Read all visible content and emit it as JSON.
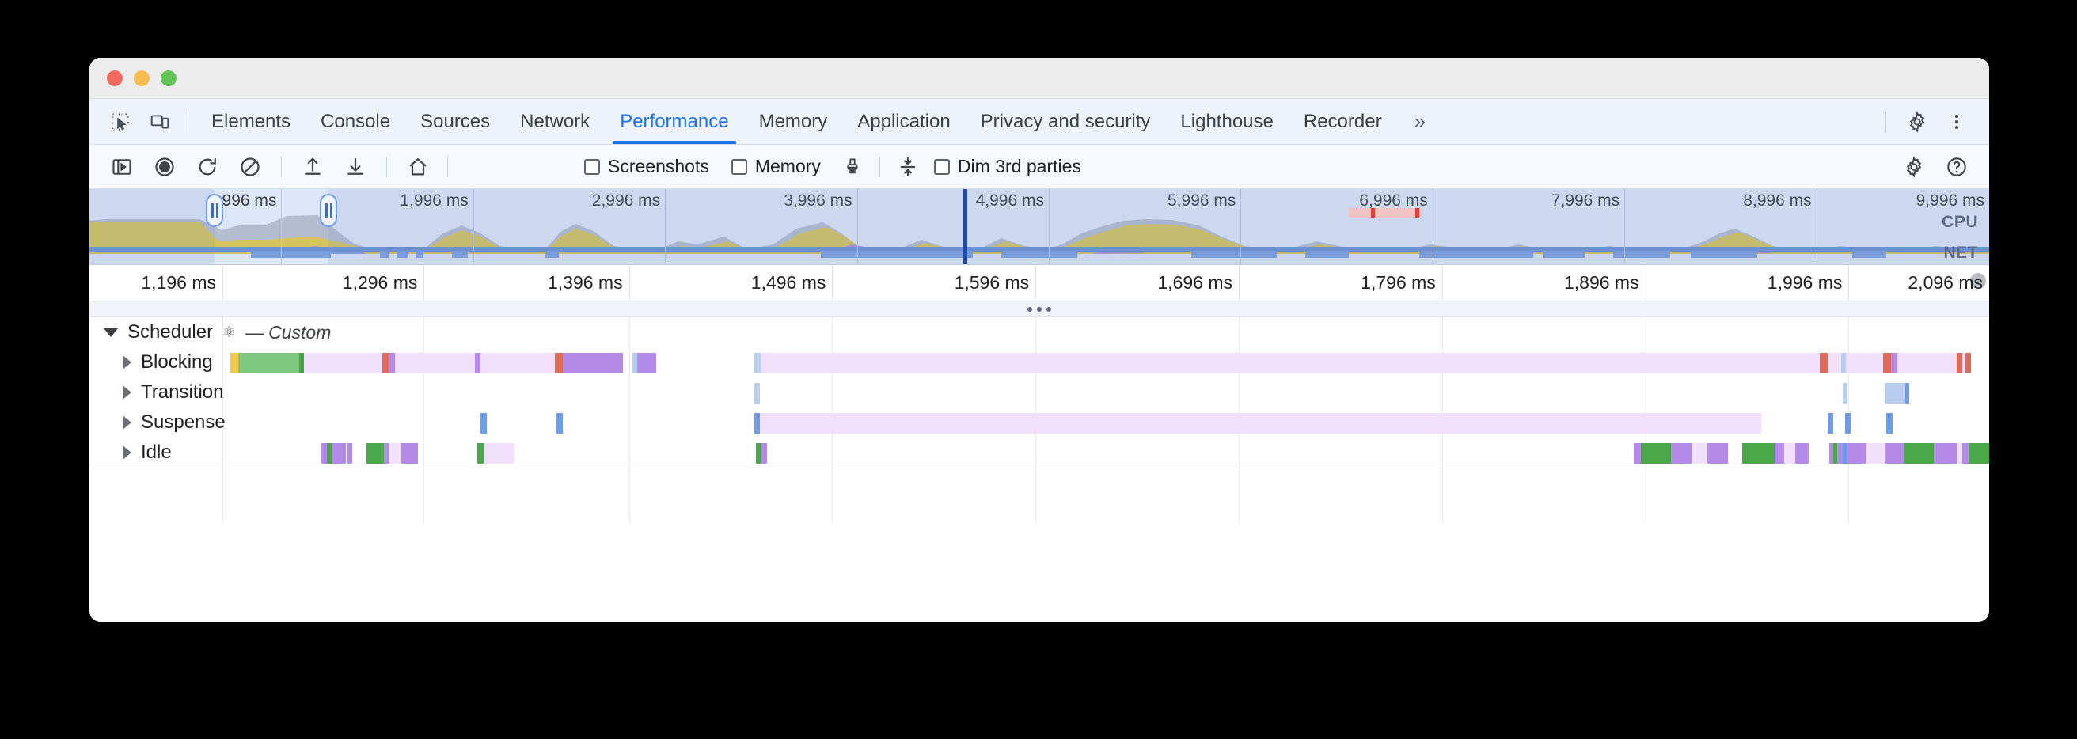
{
  "window": {
    "traffic_lights": [
      "close",
      "minimize",
      "zoom"
    ]
  },
  "tabbar": {
    "icons": [
      "inspect-element-icon",
      "device-toolbar-icon"
    ],
    "tabs": [
      {
        "label": "Elements",
        "active": false
      },
      {
        "label": "Console",
        "active": false
      },
      {
        "label": "Sources",
        "active": false
      },
      {
        "label": "Network",
        "active": false
      },
      {
        "label": "Performance",
        "active": true
      },
      {
        "label": "Memory",
        "active": false
      },
      {
        "label": "Application",
        "active": false
      },
      {
        "label": "Privacy and security",
        "active": false
      },
      {
        "label": "Lighthouse",
        "active": false
      },
      {
        "label": "Recorder",
        "active": false
      }
    ],
    "more_label": "»",
    "right_icons": [
      "settings-gear-icon",
      "more-options-icon"
    ]
  },
  "perfbar": {
    "icons": [
      "sidebar-toggle-icon",
      "record-icon",
      "reload-and-record-icon",
      "clear-icon",
      "load-profile-icon",
      "save-profile-icon",
      "home-icon"
    ],
    "checkboxes": [
      {
        "label": "Screenshots",
        "checked": false
      },
      {
        "label": "Memory",
        "checked": false
      },
      {
        "label": "Dim 3rd parties",
        "checked": false
      }
    ],
    "garbage_collect_icon": "garbage-collect-brush-icon",
    "collapse_icon": "collapse-tracks-icon",
    "right_icons": [
      "capture-settings-gear-icon",
      "help-icon"
    ]
  },
  "overview": {
    "ticks": [
      {
        "label": "996 ms",
        "pct": 10.1
      },
      {
        "label": "1,996 ms",
        "pct": 20.2
      },
      {
        "label": "2,996 ms",
        "pct": 30.3
      },
      {
        "label": "3,996 ms",
        "pct": 40.4
      },
      {
        "label": "4,996 ms",
        "pct": 50.5
      },
      {
        "label": "5,996 ms",
        "pct": 60.6
      },
      {
        "label": "6,996 ms",
        "pct": 70.7
      },
      {
        "label": "7,996 ms",
        "pct": 80.8
      },
      {
        "label": "8,996 ms",
        "pct": 90.9
      },
      {
        "label": "9,996 ms",
        "pct": 100.0
      }
    ],
    "cpu_label": "CPU",
    "net_label": "NET",
    "selection": {
      "start_pct": 6.6,
      "end_pct": 12.6
    },
    "marker_pct": 46.0,
    "colors": {
      "cpu_scripting": "#d6c45e",
      "cpu_system": "#b4bdd0",
      "cpu_painting": "#b58ddd",
      "cpu_loading": "#7f9fe0",
      "net": "#7c9fdc",
      "long_task": "#e33e3e",
      "selection_marker": "#1a49c4"
    }
  },
  "mainruler": {
    "ticks": [
      {
        "label": "1,196 ms",
        "pct": 7.0
      },
      {
        "label": "1,296 ms",
        "pct": 17.6
      },
      {
        "label": "1,396 ms",
        "pct": 28.4
      },
      {
        "label": "1,496 ms",
        "pct": 39.1
      },
      {
        "label": "1,596 ms",
        "pct": 49.8
      },
      {
        "label": "1,696 ms",
        "pct": 60.5
      },
      {
        "label": "1,796 ms",
        "pct": 71.2
      },
      {
        "label": "1,896 ms",
        "pct": 81.9
      },
      {
        "label": "1,996 ms",
        "pct": 92.6
      },
      {
        "label": "2,096 ms",
        "pct": 100.0
      }
    ],
    "overflow_label": "2"
  },
  "divider": {
    "handle": "⋯"
  },
  "flame": {
    "group": {
      "name": "Scheduler",
      "icon": "react-atom-icon",
      "dash": "—",
      "source": "Custom",
      "expanded": true
    },
    "tracks": [
      {
        "name": "Blocking",
        "expanded": false
      },
      {
        "name": "Transition",
        "expanded": false
      },
      {
        "name": "Suspense",
        "expanded": false
      },
      {
        "name": "Idle",
        "expanded": false
      }
    ],
    "colors": {
      "green": "#7fc97f",
      "green_dark": "#4aa84a",
      "purple": "#b48be8",
      "lavender": "#f0e0fb",
      "blue": "#6d9ced",
      "blue_light": "#b9ceef",
      "red": "#e06a5a",
      "yellow": "#f4c84a"
    },
    "grid_pcts": [
      7.0,
      17.6,
      28.4,
      39.1,
      49.8,
      60.5,
      71.2,
      81.9,
      92.6
    ],
    "events": {
      "Blocking": [
        {
          "l": 7.4,
          "w": 0.45,
          "c": "yellow"
        },
        {
          "l": 7.85,
          "w": 3.2,
          "c": "green"
        },
        {
          "l": 11.05,
          "w": 0.25,
          "c": "green_dark"
        },
        {
          "l": 11.3,
          "w": 4.1,
          "c": "lavender"
        },
        {
          "l": 15.4,
          "w": 0.4,
          "c": "red"
        },
        {
          "l": 15.8,
          "w": 0.3,
          "c": "purple"
        },
        {
          "l": 16.1,
          "w": 4.2,
          "c": "lavender"
        },
        {
          "l": 20.3,
          "w": 0.3,
          "c": "purple"
        },
        {
          "l": 20.6,
          "w": 3.9,
          "c": "lavender"
        },
        {
          "l": 24.5,
          "w": 0.4,
          "c": "red"
        },
        {
          "l": 24.9,
          "w": 0.3,
          "c": "purple"
        },
        {
          "l": 25.2,
          "w": 2.9,
          "c": "purple"
        },
        {
          "l": 28.6,
          "w": 0.25,
          "c": "blue_light"
        },
        {
          "l": 28.85,
          "w": 1.0,
          "c": "purple"
        },
        {
          "l": 35.0,
          "w": 0.35,
          "c": "blue_light"
        },
        {
          "l": 35.35,
          "w": 63.4,
          "c": "lavender"
        },
        {
          "l": 91.1,
          "w": 0.4,
          "c": "red"
        },
        {
          "l": 92.2,
          "w": 0.25,
          "c": "blue_light"
        },
        {
          "l": 92.45,
          "w": 4.0,
          "c": "lavender"
        },
        {
          "l": 94.4,
          "w": 0.45,
          "c": "red"
        },
        {
          "l": 94.85,
          "w": 0.3,
          "c": "purple"
        },
        {
          "l": 95.15,
          "w": 3.35,
          "c": "lavender"
        },
        {
          "l": 98.3,
          "w": 0.3,
          "c": "red"
        },
        {
          "l": 98.75,
          "w": 0.3,
          "c": "red"
        },
        {
          "l": 100.6,
          "w": 0.25,
          "c": "blue_light"
        }
      ],
      "Transition": [
        {
          "l": 35.0,
          "w": 0.28,
          "c": "blue_light"
        },
        {
          "l": 92.3,
          "w": 0.25,
          "c": "blue_light"
        },
        {
          "l": 94.5,
          "w": 1.1,
          "c": "blue_light"
        },
        {
          "l": 95.6,
          "w": 0.18,
          "c": "blue"
        }
      ],
      "Suspense": [
        {
          "l": 20.6,
          "w": 0.3,
          "c": "blue"
        },
        {
          "l": 24.6,
          "w": 0.3,
          "c": "blue"
        },
        {
          "l": 35.0,
          "w": 0.3,
          "c": "blue"
        },
        {
          "l": 35.3,
          "w": 52.7,
          "c": "lavender"
        },
        {
          "l": 91.5,
          "w": 0.3,
          "c": "blue"
        },
        {
          "l": 92.4,
          "w": 0.3,
          "c": "blue"
        },
        {
          "l": 94.6,
          "w": 0.3,
          "c": "blue"
        }
      ],
      "Idle": [
        {
          "l": 12.2,
          "w": 0.3,
          "c": "purple"
        },
        {
          "l": 12.5,
          "w": 0.3,
          "c": "green_dark"
        },
        {
          "l": 12.8,
          "w": 0.7,
          "c": "purple"
        },
        {
          "l": 13.6,
          "w": 0.25,
          "c": "purple"
        },
        {
          "l": 14.6,
          "w": 0.9,
          "c": "green_dark"
        },
        {
          "l": 15.5,
          "w": 0.3,
          "c": "purple"
        },
        {
          "l": 15.8,
          "w": 0.6,
          "c": "lavender"
        },
        {
          "l": 16.4,
          "w": 0.9,
          "c": "purple"
        },
        {
          "l": 20.4,
          "w": 0.35,
          "c": "green_dark"
        },
        {
          "l": 20.75,
          "w": 1.6,
          "c": "lavender"
        },
        {
          "l": 35.1,
          "w": 0.25,
          "c": "green_dark"
        },
        {
          "l": 35.35,
          "w": 0.3,
          "c": "purple"
        },
        {
          "l": 81.3,
          "w": 0.35,
          "c": "purple"
        },
        {
          "l": 81.65,
          "w": 1.6,
          "c": "green_dark"
        },
        {
          "l": 83.25,
          "w": 1.1,
          "c": "purple"
        },
        {
          "l": 84.35,
          "w": 0.8,
          "c": "lavender"
        },
        {
          "l": 85.15,
          "w": 1.1,
          "c": "purple"
        },
        {
          "l": 87.0,
          "w": 1.7,
          "c": "green_dark"
        },
        {
          "l": 88.7,
          "w": 0.5,
          "c": "purple"
        },
        {
          "l": 89.2,
          "w": 0.6,
          "c": "lavender"
        },
        {
          "l": 89.8,
          "w": 0.7,
          "c": "purple"
        },
        {
          "l": 91.6,
          "w": 0.2,
          "c": "purple"
        },
        {
          "l": 91.8,
          "w": 0.2,
          "c": "green_dark"
        },
        {
          "l": 92.0,
          "w": 0.3,
          "c": "purple"
        },
        {
          "l": 92.3,
          "w": 0.2,
          "c": "blue"
        },
        {
          "l": 92.5,
          "w": 1.0,
          "c": "purple"
        },
        {
          "l": 93.5,
          "w": 1.0,
          "c": "lavender"
        },
        {
          "l": 94.5,
          "w": 1.0,
          "c": "purple"
        },
        {
          "l": 95.5,
          "w": 1.6,
          "c": "green_dark"
        },
        {
          "l": 97.1,
          "w": 1.2,
          "c": "purple"
        },
        {
          "l": 98.3,
          "w": 0.3,
          "c": "lavender"
        },
        {
          "l": 98.6,
          "w": 0.3,
          "c": "purple"
        },
        {
          "l": 98.9,
          "w": 2.4,
          "c": "green_dark"
        },
        {
          "l": 101.3,
          "w": 1.1,
          "c": "lavender"
        },
        {
          "l": 102.4,
          "w": 1.2,
          "c": "purple"
        },
        {
          "l": 104.2,
          "w": 0.5,
          "c": "lavender"
        },
        {
          "l": 104.7,
          "w": 0.3,
          "c": "purple"
        },
        {
          "l": 105.0,
          "w": 1.2,
          "c": "green_dark"
        },
        {
          "l": 106.2,
          "w": 0.25,
          "c": "purple"
        },
        {
          "l": 106.5,
          "w": 0.2,
          "c": "blue"
        },
        {
          "l": 106.7,
          "w": 0.2,
          "c": "purple"
        }
      ]
    }
  }
}
